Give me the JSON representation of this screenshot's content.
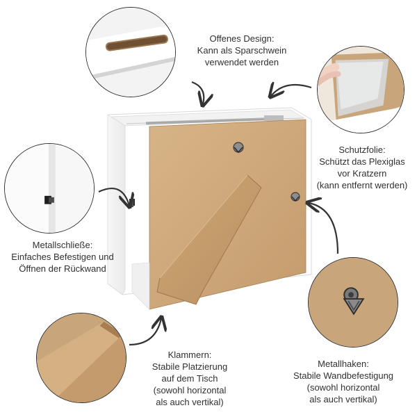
{
  "callouts": {
    "offenes_design": {
      "lines": [
        "Offenes Design:",
        "Kann als Sparschwein",
        "verwendet werden"
      ]
    },
    "schutzfolie": {
      "lines": [
        "Schutzfolie:",
        "Schützt das Plexiglas",
        "vor Kratzern",
        "(kann entfernt werden)"
      ]
    },
    "metallschliesse": {
      "lines": [
        "Metallschließe:",
        "Einfaches Befestigen und",
        "Öffnen der Rückwand"
      ]
    },
    "klammern": {
      "lines": [
        "Klammern:",
        "Stabile Platzierung",
        "auf dem Tisch",
        "(sowohl horizontal",
        "als auch vertikal)"
      ]
    },
    "metallhaken": {
      "lines": [
        "Metallhaken:",
        "Stabile Wandbefestigung",
        "(sowohl horizontal",
        "als auch vertikal)"
      ]
    }
  },
  "colors": {
    "frame_white": "#ffffff",
    "frame_shadow": "#e6e6e6",
    "cardboard": "#c9a57b",
    "cardboard_dark": "#b98f63",
    "outline": "#2f2f2f",
    "arrow": "#333333"
  },
  "icons": {
    "arrow": "curved-arrow-icon",
    "clip": "metal-clip-icon",
    "hook": "metal-hook-icon"
  }
}
